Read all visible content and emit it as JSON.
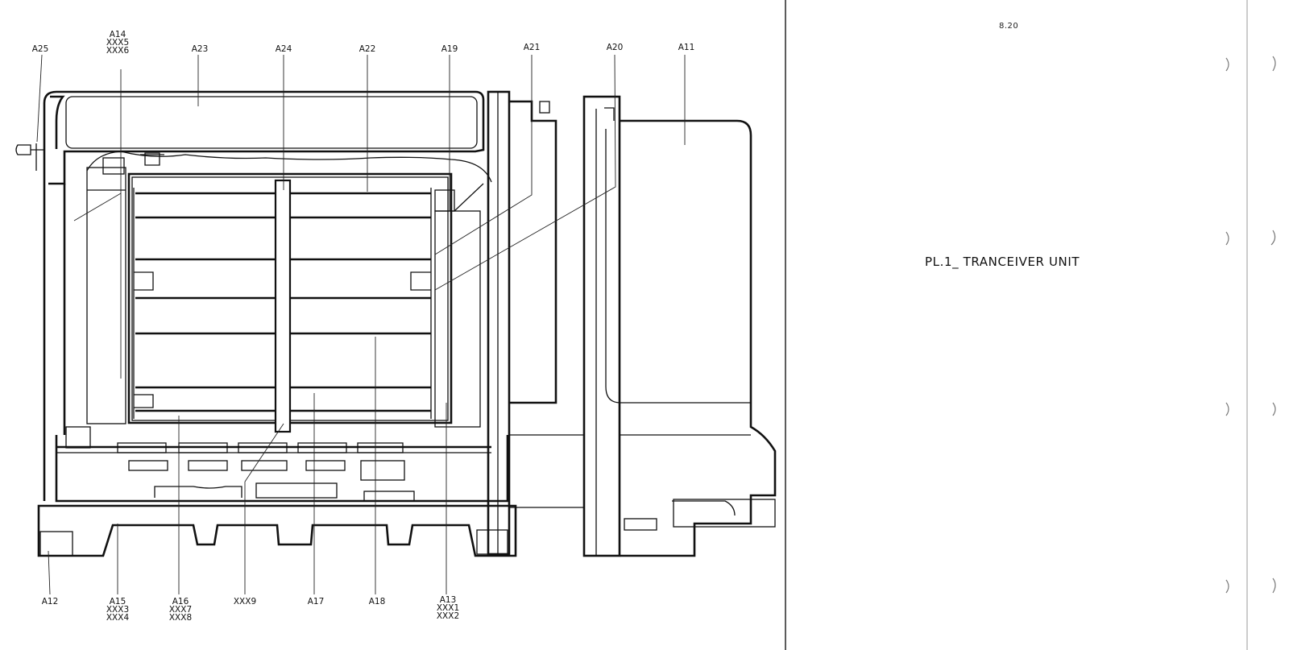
{
  "page": {
    "number": "8.20",
    "title": "PL.1_ TRANCEIVER  UNIT"
  },
  "callouts_top": [
    {
      "id": "a25",
      "lines": [
        "A25"
      ]
    },
    {
      "id": "a14",
      "lines": [
        "A14",
        "XXX5",
        "XXX6"
      ]
    },
    {
      "id": "a23",
      "lines": [
        "A23"
      ]
    },
    {
      "id": "a24",
      "lines": [
        "A24"
      ]
    },
    {
      "id": "a22",
      "lines": [
        "A22"
      ]
    },
    {
      "id": "a19",
      "lines": [
        "A19"
      ]
    },
    {
      "id": "a21",
      "lines": [
        "A21"
      ]
    },
    {
      "id": "a20",
      "lines": [
        "A20"
      ]
    },
    {
      "id": "a11",
      "lines": [
        "A11"
      ]
    }
  ],
  "callouts_bottom": [
    {
      "id": "a12",
      "lines": [
        "A12"
      ]
    },
    {
      "id": "a15",
      "lines": [
        "A15",
        "XXX3",
        "XXX4"
      ]
    },
    {
      "id": "a16",
      "lines": [
        "A16",
        "XXX7",
        "XXX8"
      ]
    },
    {
      "id": "xxx9",
      "lines": [
        "XXX9"
      ]
    },
    {
      "id": "a17",
      "lines": [
        "A17"
      ]
    },
    {
      "id": "a18",
      "lines": [
        "A18"
      ]
    },
    {
      "id": "a13",
      "lines": [
        "A13",
        "XXX1",
        "XXX2"
      ]
    }
  ]
}
